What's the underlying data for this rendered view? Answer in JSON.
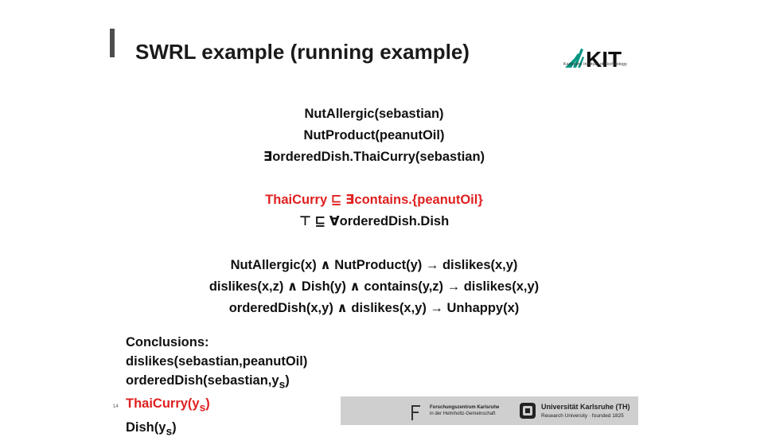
{
  "title": "SWRL example (running example)",
  "logo": {
    "icon": "kit-logo-icon",
    "text": "KIT",
    "subtitle": "Karlsruhe Institute of Technology",
    "color": "#009682"
  },
  "facts": [
    "NutAllergic(sebastian)",
    "NutProduct(peanutOil)",
    "∃orderedDish.ThaiCurry(sebastian)"
  ],
  "axioms": [
    {
      "text": "ThaiCurry ⊑ ∃contains.{peanutOil}",
      "color": "#e02020"
    },
    {
      "text": "⊤ ⊑ ∀orderedDish.Dish",
      "color": "#111111"
    }
  ],
  "rules": [
    "NutAllergic(x) ∧ NutProduct(y) → dislikes(x,y)",
    "dislikes(x,z) ∧ Dish(y) ∧ contains(y,z) → dislikes(x,y)",
    "orderedDish(x,y) ∧ dislikes(x,y) → Unhappy(x)"
  ],
  "conclusions": {
    "heading": "Conclusions:",
    "items": [
      {
        "text": "dislikes(sebastian,peanutOil)",
        "color": "#111111"
      },
      {
        "text": "orderedDish(sebastian,y",
        "sub": "s",
        "close": ")",
        "color": "#111111"
      },
      {
        "text": "ThaiCurry(y",
        "sub": "s",
        "close": ")",
        "color": "#e02020"
      },
      {
        "text": "Dish(y",
        "sub": "s",
        "close": ")",
        "color": "#111111"
      }
    ]
  },
  "footer": {
    "fzk_line1": "Forschungszentrum Karlsruhe",
    "fzk_line2": "in der Helmholtz-Gemeinschaft",
    "uni_line1": "Universität Karlsruhe (TH)",
    "uni_line2": "Research University · founded 1825"
  },
  "page_number": "14"
}
